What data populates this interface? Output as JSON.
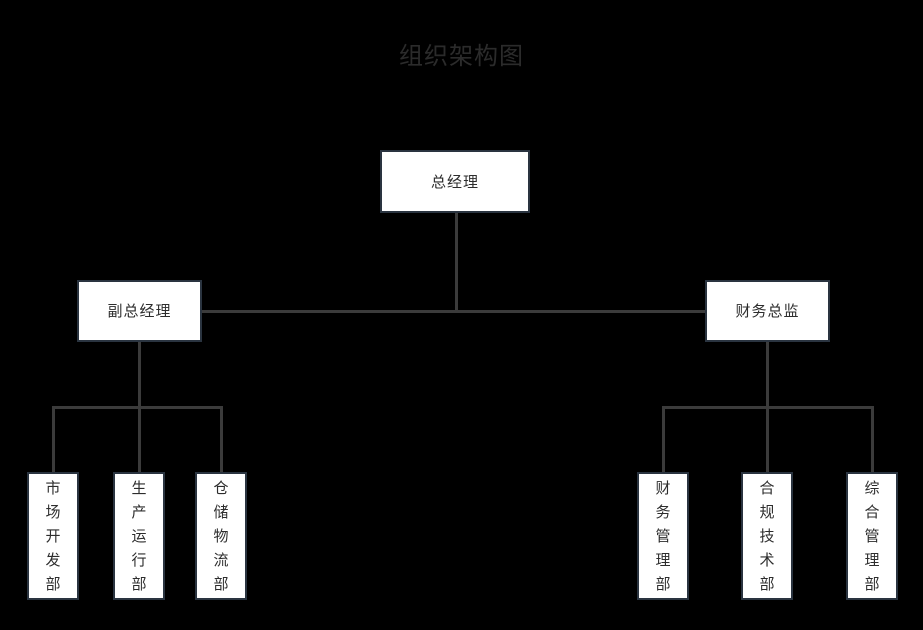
{
  "title": "组织架构图",
  "colors": {
    "background": "#000000",
    "node_fill": "#ffffff",
    "node_border": "#2a3440",
    "node_text": "#2d2d2d",
    "edge": "#3b3b3b",
    "title_text": "#2b2b2b"
  },
  "nodes": {
    "root": {
      "label": "总经理"
    },
    "mid": [
      {
        "label": "副总经理"
      },
      {
        "label": "财务总监"
      }
    ],
    "leaves_left": [
      {
        "label": "市场开发部"
      },
      {
        "label": "生产运行部"
      },
      {
        "label": "仓储物流部"
      }
    ],
    "leaves_right": [
      {
        "label": "财务管理部"
      },
      {
        "label": "合规技术部"
      },
      {
        "label": "综合管理部"
      }
    ]
  },
  "chart_data": {
    "type": "diagram",
    "diagram_type": "org-chart",
    "title": "组织架构图",
    "orientation": "top-down",
    "levels": 3,
    "hierarchy": {
      "name": "总经理",
      "children": [
        {
          "name": "副总经理",
          "children": [
            {
              "name": "市场开发部"
            },
            {
              "name": "生产运行部"
            },
            {
              "name": "仓储物流部"
            }
          ]
        },
        {
          "name": "财务总监",
          "children": [
            {
              "name": "财务管理部"
            },
            {
              "name": "合规技术部"
            },
            {
              "name": "综合管理部"
            }
          ]
        }
      ]
    }
  }
}
